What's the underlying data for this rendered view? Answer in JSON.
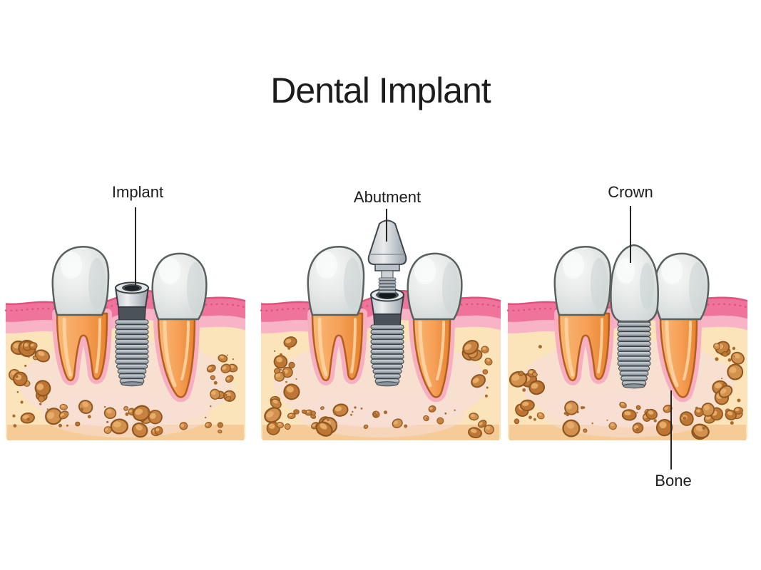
{
  "title": "Dental Implant",
  "figure": {
    "panels": [
      {
        "stage": "implant",
        "label": "Implant"
      },
      {
        "stage": "abutment",
        "label": "Abutment"
      },
      {
        "stage": "crown",
        "label": "Crown"
      }
    ],
    "bone_label": "Bone"
  },
  "colors": {
    "background": "#ffffff",
    "text": "#1c1c1c",
    "leader_line": "#262626",
    "gum_dark": "#f0739c",
    "gum_light": "#f9b3c6",
    "gum_outline": "#e0517c",
    "bone_cream": "#fbe3ba",
    "bone_bottom_band": "#f5cb97",
    "bone_pink_wash": "#f8ded7",
    "pebble": "#c8823f",
    "pebble_outline": "#8f561f",
    "pebble_highlight": "#e9ae6b",
    "enamel": "#e9ebea",
    "enamel_outline": "#59615f",
    "root_orange": "#f6a058",
    "root_outline": "#b35f1d",
    "root_highlight": "#fdd4a2",
    "ligament_pink": "#f7aec0",
    "metal_light": "#d6dbde",
    "metal_mid": "#adb6bc",
    "metal_dark": "#4b5358",
    "implant_outline": "#383f45"
  }
}
